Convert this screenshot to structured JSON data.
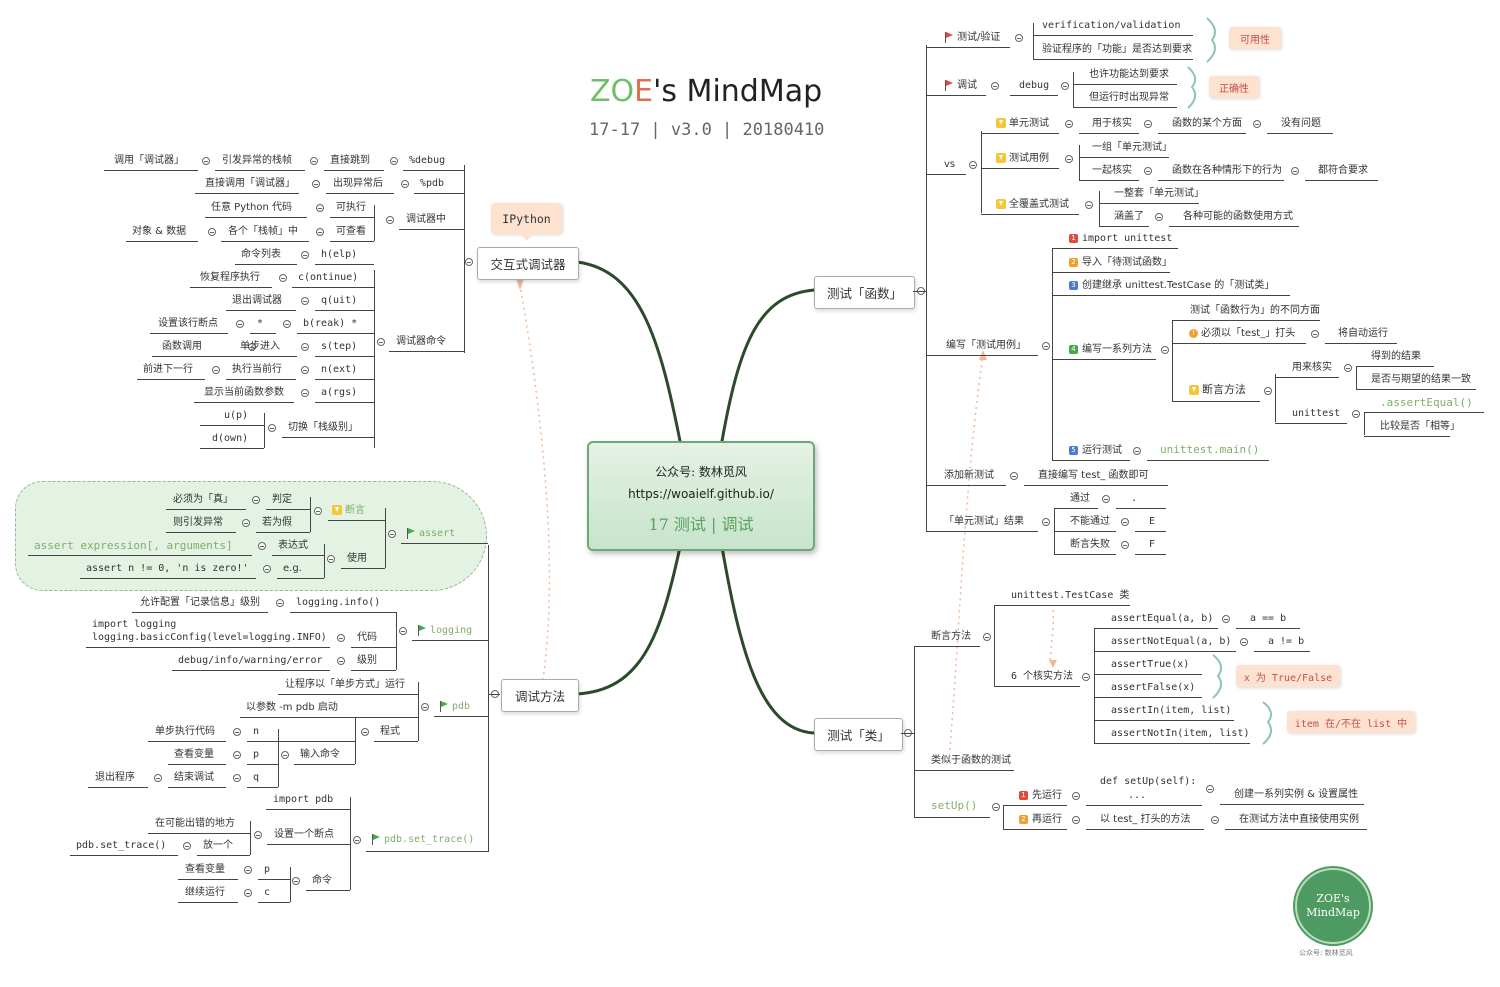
{
  "header": {
    "title_zo": "ZO",
    "title_e": "E",
    "title_rest": "'s MindMap",
    "subtitle": "17-17 | v3.0 | 20180410"
  },
  "center": {
    "line1": "公众号: 数林觅风",
    "line2": "https://woaielf.github.io/",
    "line3": "17 测试 | 调试"
  },
  "branches": {
    "interactive": "交互式调试器",
    "ipython": "IPython",
    "debug_method": "调试方法",
    "test_func": "测试「函数」",
    "test_class": "测试「类」"
  },
  "debugger": {
    "call_label": "调用「调试器」",
    "row1a": "引发异常的栈帧",
    "row1b": "直接跳到",
    "row1c": "%debug",
    "row2a": "直接调用「调试器」",
    "row2b": "出现异常后",
    "row2c": "%pdb",
    "row3a": "任意 Python 代码",
    "row3b": "可执行",
    "obj_data": "对象 & 数据",
    "row4a": "各个「栈帧」中",
    "row4b": "可查看",
    "in_debugger": "调试器中",
    "cmd_list": "命令列表",
    "help": "h(elp)",
    "resume": "恢复程序执行",
    "cont": "c(ontinue)",
    "quit_lbl": "退出调试器",
    "quit": "q(uit)",
    "bp_lbl": "设置该行断点",
    "star": "*",
    "brk": "b(reak) *",
    "func_call": "函数调用",
    "step_in": "单步进入",
    "step": "s(tep)",
    "cmds": "调试器命令",
    "next_line": "前进下一行",
    "exec_line": "执行当前行",
    "next": "n(ext)",
    "show_args": "显示当前函数参数",
    "args": "a(rgs)",
    "up": "u(p)",
    "switch": "切换「栈级别」",
    "down": "d(own)"
  },
  "assert_sec": {
    "must_true": "必须为「真」",
    "judge": "判定",
    "else_raise": "则引发异常",
    "if_false": "若为假",
    "assertion": "断言",
    "assert": "assert",
    "expr": "assert expression[, arguments]",
    "expr_lbl": "表达式",
    "usage": "使用",
    "example": "assert n != 0, 'n is zero!'",
    "eg": "e.g."
  },
  "logging_sec": {
    "allow": "允许配置「记录信息」级别",
    "info": "logging.info()",
    "code1": "import logging",
    "code2": "logging.basicConfig(level=logging.INFO)",
    "code_lbl": "代码",
    "logging": "logging",
    "levels": "debug/info/warning/error",
    "level_lbl": "级别"
  },
  "pdb_sec": {
    "step_mode": "让程序以「单步方式」运行",
    "param_start": "以参数 -m pdb 启动",
    "pdb": "pdb",
    "step_code": "单步执行代码",
    "n": "n",
    "prog": "程式",
    "view_var": "查看变量",
    "p": "p",
    "input_cmd": "输入命令",
    "exit_prog": "退出程序",
    "end_debug": "结束调试",
    "q": "q",
    "import_pdb": "import pdb",
    "maybe_err": "在可能出错的地方",
    "set_bp": "设置一个断点",
    "set_trace_call": "pdb.set_trace()",
    "put_one": "放一个",
    "set_trace": "pdb.set_trace()",
    "view_var2": "查看变量",
    "p2": "p",
    "cmd": "命令",
    "continue_run": "继续运行",
    "c": "c"
  },
  "test_func_sec": {
    "tv": "测试/验证",
    "verification": "verification/validation",
    "verify_func": "验证程序的「功能」是否达到要求",
    "usability": "可用性",
    "debug_cn": "调试",
    "debug_en": "debug",
    "may_meet": "也许功能达到要求",
    "runtime_err": "但运行时出现异常",
    "correctness": "正确性",
    "vs": "vs",
    "unit_test": "单元测试",
    "for_check": "用于核实",
    "some_aspect": "函数的某个方面",
    "no_problem": "没有问题",
    "group_unit": "一组「单元测试」",
    "test_case": "测试用例",
    "together_check": "一起核实",
    "all_behavior": "函数在各种情形下的行为",
    "all_ok": "都符合要求",
    "full_set": "一整套「单元测试」",
    "full_cover": "全覆盖式测试",
    "covers": "涵盖了",
    "all_ways": "各种可能的函数使用方式",
    "import_unittest": "import unittest",
    "import_func": "导入「待测试函数」",
    "create_class": "创建继承 unittest.TestCase 的「测试类」",
    "write_cases": "编写「测试用例」",
    "diff_aspects": "测试「函数行为」的不同方面",
    "must_start": "必须以「test_」打头",
    "auto_run": "将自动运行",
    "write_methods": "编写一系列方法",
    "got_result": "得到的结果",
    "for_check2": "用来核实",
    "match_expect": "是否与期望的结果一致",
    "assert_methods": "断言方法",
    "assert_equal": ".assertEqual()",
    "unittest": "unittest",
    "equal_cmp": "比较是否「相等」",
    "run_test": "运行测试",
    "unittest_main": "unittest.main()",
    "add_test": "添加新测试",
    "write_test": "直接编写 test_ 函数即可",
    "pass": "通过",
    "dot": ".",
    "unit_result": "「单元测试」结果",
    "fail": "不能通过",
    "E": "E",
    "assert_fail": "断言失败",
    "F": "F"
  },
  "test_class_sec": {
    "testcase_class": "unittest.TestCase 类",
    "assert_methods": "断言方法",
    "six_methods": "6 个核实方法",
    "assertEqual": "assertEqual(a, b)",
    "a_eq_b": "a == b",
    "assertNotEqual": "assertNotEqual(a, b)",
    "a_ne_b": "a != b",
    "assertTrue": "assertTrue(x)",
    "assertFalse": "assertFalse(x)",
    "x_tf": "x 为 True/False",
    "assertIn": "assertIn(item, list)",
    "assertNotIn": "assertNotIn(item, list)",
    "item_in": "item 在/不在 list 中",
    "similar": "类似于函数的测试",
    "setup": "setUp()",
    "def_setup": "def setUp(self):",
    "dots": "...",
    "first_run": "先运行",
    "create_inst": "创建一系列实例 & 设置属性",
    "then_run": "再运行",
    "test_prefix": "以 test_ 打头的方法",
    "use_inst": "在测试方法中直接使用实例"
  },
  "seal": {
    "line1": "ZOE's",
    "line2": "MindMap",
    "caption": "公众号: 数林觅风"
  },
  "colors": {
    "green": "#7fae6a",
    "peach": "#fde3cf",
    "center_border": "#6fa77a"
  }
}
